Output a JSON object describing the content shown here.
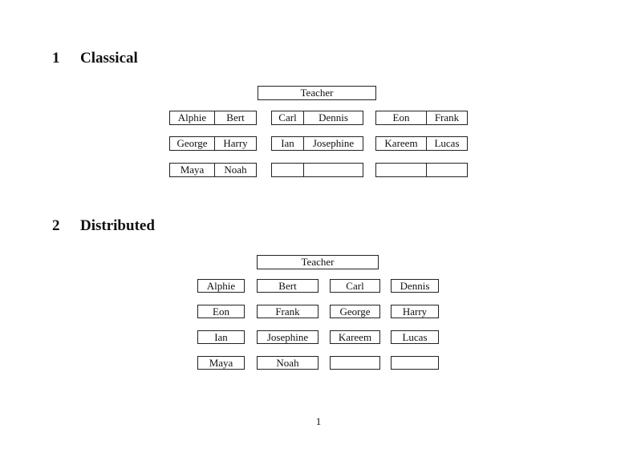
{
  "page": {
    "number": "1"
  },
  "sections": [
    {
      "number": "1",
      "title": "Classical"
    },
    {
      "number": "2",
      "title": "Distributed"
    }
  ],
  "classical": {
    "teacher_label": "Teacher",
    "rows": [
      {
        "desks": [
          {
            "left": "Alphie",
            "right": "Bert"
          },
          {
            "left": "Carl",
            "right": "Dennis"
          },
          {
            "left": "Eon",
            "right": "Frank"
          }
        ]
      },
      {
        "desks": [
          {
            "left": "George",
            "right": "Harry"
          },
          {
            "left": "Ian",
            "right": "Josephine"
          },
          {
            "left": "Kareem",
            "right": "Lucas"
          }
        ]
      },
      {
        "desks": [
          {
            "left": "Maya",
            "right": "Noah"
          },
          {
            "left": "",
            "right": ""
          },
          {
            "left": "",
            "right": ""
          }
        ]
      }
    ]
  },
  "distributed": {
    "teacher_label": "Teacher",
    "rows": [
      [
        "Alphie",
        "Bert",
        "Carl",
        "Dennis"
      ],
      [
        "Eon",
        "Frank",
        "George",
        "Harry"
      ],
      [
        "Ian",
        "Josephine",
        "Kareem",
        "Lucas"
      ],
      [
        "Maya",
        "Noah",
        "",
        ""
      ]
    ]
  }
}
